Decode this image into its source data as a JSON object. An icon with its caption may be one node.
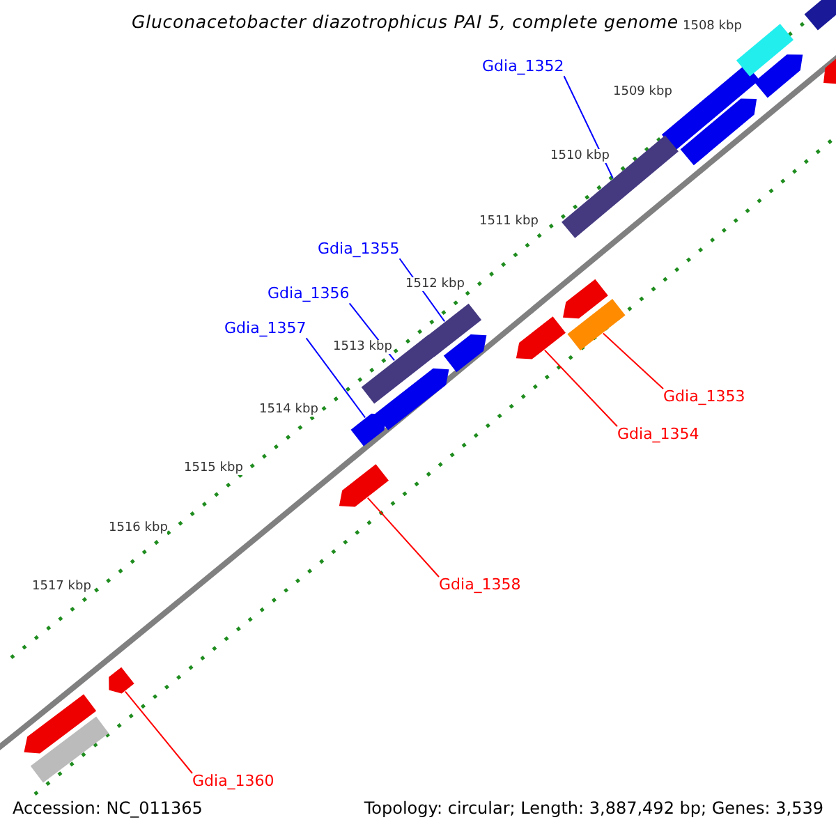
{
  "diagram": {
    "title": "Gluconacetobacter diazotrophicus PAI 5, complete genome",
    "nodes": [
      {
        "text": [
          "Gdia_1352"
        ]
      },
      {
        "text": [],
        "shape": "bar"
      },
      {
        "text": [
          "Gdia_1355"
        ]
      },
      {
        "text": [],
        "shape": "bar"
      },
      {
        "text": [
          "Gdia_1356"
        ]
      },
      {
        "text": [],
        "shape": "bar"
      },
      {
        "text": [
          "Gdia_1357"
        ]
      },
      {
        "text": [],
        "shape": "bar"
      },
      {
        "text": [
          "Gdia_1353"
        ]
      },
      {
        "text": [],
        "shape": "bar"
      },
      {
        "text": [
          "Gdia_1354"
        ]
      },
      {
        "text": [],
        "shape": "bar"
      },
      {
        "text": [
          "Gdia_1358"
        ]
      },
      {
        "text": [],
        "shape": "bar"
      },
      {
        "text": [
          "Gdia_1360"
        ]
      },
      {
        "text": [],
        "shape": "bar"
      }
    ],
    "edges": [
      {
        "from": 0,
        "to": 1,
        "arrow": "none"
      },
      {
        "from": 2,
        "to": 3,
        "arrow": "none"
      },
      {
        "from": 4,
        "to": 5,
        "arrow": "none"
      },
      {
        "from": 6,
        "to": 7,
        "arrow": "none"
      },
      {
        "from": 8,
        "to": 9,
        "arrow": "none",
        "color": "#ff0000"
      },
      {
        "from": 10,
        "to": 11,
        "arrow": "none",
        "color": "#ff0000"
      },
      {
        "from": 12,
        "to": 13,
        "arrow": "none",
        "color": "#ff0000"
      },
      {
        "from": 14,
        "to": 15,
        "arrow": "none",
        "color": "#ff0000"
      }
    ],
    "labels": [
      "1508 kbp",
      "1509 kbp",
      "1510 kbp",
      "1511 kbp",
      "1512 kbp",
      "1513 kbp",
      "1514 kbp",
      "1515 kbp",
      "1516 kbp",
      "1517 kbp",
      "Accession: NC_011365",
      "Topology: circular; Length: 3,887,492 bp; Genes: 3,539"
    ]
  }
}
